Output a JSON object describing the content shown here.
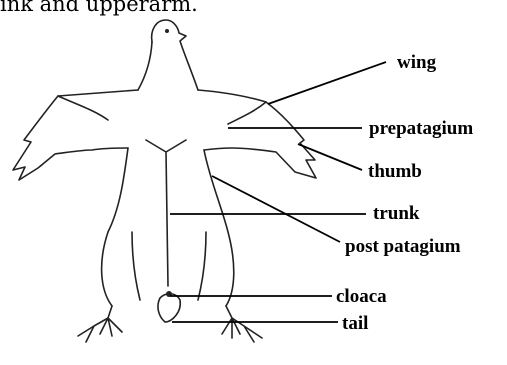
{
  "caption": "ink and upperarm.",
  "labels": {
    "wing": "wing",
    "prepatagium": "prepatagium",
    "thumb": "thumb",
    "trunk": "trunk",
    "post_patagium": "post patagium",
    "cloaca": "cloaca",
    "tail": "tail"
  }
}
